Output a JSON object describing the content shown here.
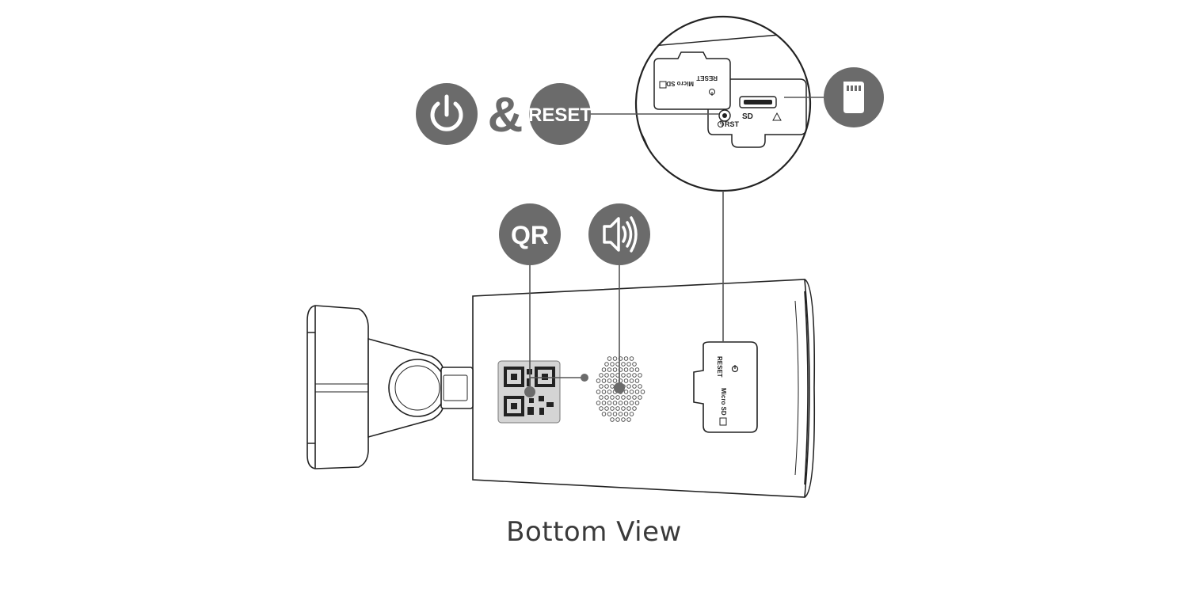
{
  "caption": "Bottom View",
  "badges": {
    "connector": "&",
    "reset": "RESET",
    "qr": "QR"
  },
  "zoom_labels": {
    "sd": "SD",
    "rst": "RST",
    "reset": "RESET",
    "micro_sd": "Micro SD"
  },
  "camera_labels": {
    "reset": "RESET",
    "micro_sd": "Micro SD"
  },
  "icons": [
    "power-icon",
    "sd-card-icon",
    "speaker-icon",
    "qr-code-icon"
  ],
  "colors": {
    "badge": "#6b6b6b",
    "line": "#333333",
    "caption": "#3a3a3a"
  }
}
